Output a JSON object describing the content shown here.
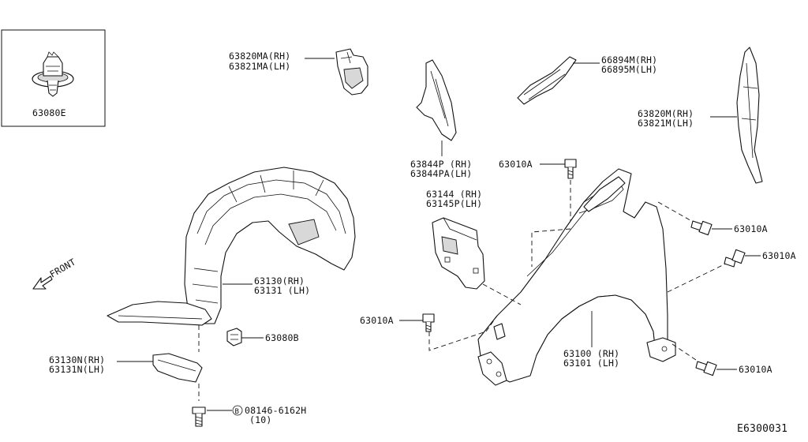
{
  "diagram_code": "E6300031",
  "front_label": "FRONT",
  "parts": {
    "clip_box": {
      "number": "63080E"
    },
    "fender_protector_rear": {
      "rh": "63820MA(RH)",
      "lh": "63821MA(LH)"
    },
    "seal_upper_front": {
      "rh": "63844P (RH)",
      "lh": "63844PA(LH)"
    },
    "cover_upper": {
      "rh": "66894M(RH)",
      "lh": "66895M(LH)"
    },
    "fender_protector_side": {
      "rh": "63820M(RH)",
      "lh": "63821M(LH)"
    },
    "bracket": {
      "rh": "63144 (RH)",
      "lh": "63145P(LH)"
    },
    "fender_protector": {
      "rh": "63130(RH)",
      "lh": "63131 (LH)"
    },
    "clip_mid": {
      "number": "63080B"
    },
    "protector_lower": {
      "rh": "63130N(RH)",
      "lh": "63131N(LH)"
    },
    "bolt_bottom": {
      "number": "08146-6162H",
      "qty": "(10)",
      "marker": "B"
    },
    "fender": {
      "rh": "63100 (RH)",
      "lh": "63101 (LH)"
    },
    "bolts": [
      "63010A",
      "63010A",
      "63010A",
      "63010A",
      "63010A"
    ]
  }
}
